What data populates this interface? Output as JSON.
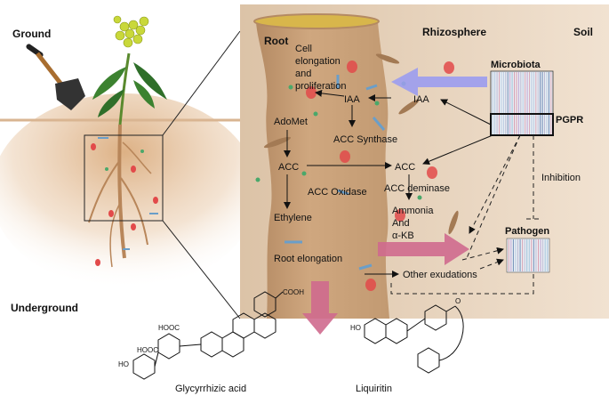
{
  "zones": {
    "ground": "Ground",
    "underground": "Underground",
    "root": "Root",
    "rhizosphere": "Rhizosphere",
    "soil": "Soil"
  },
  "pathway": {
    "cell_elongation": [
      "Cell",
      "elongation",
      "and",
      "proliferation"
    ],
    "iaa_root": "IAA",
    "iaa_rhizo": "IAA",
    "adomet": "AdoMet",
    "acc_synthase": "ACC Synthase",
    "acc_root": "ACC",
    "acc_rhizo": "ACC",
    "acc_oxidase": "ACC Oxidase",
    "acc_deminase": "ACC deminase",
    "ethylene": "Ethylene",
    "products": [
      "Ammonia",
      "And",
      "α-KB"
    ],
    "root_elongation": "Root elongation",
    "other_exudations": "Other exudations"
  },
  "microbes": {
    "microbiota": "Microbiota",
    "pgpr": "PGPR",
    "pathogen": "Pathogen",
    "inhibition": "Inhibition"
  },
  "compounds": {
    "glycyrrhizic": "Glycyrrhizic acid",
    "liquiritin": "Liquiritin",
    "cooh": "COOH",
    "hooc1": "HOOC",
    "hooc2": "HOOC",
    "ho_glyc": "HO",
    "ho_liq": "HO",
    "o_label": "O"
  },
  "colors": {
    "soil_panel": "#e7d3bd",
    "root_body": "#c9a27e",
    "blue_arrow": "#9b9cf0",
    "pink_arrow": "#cf6a8e",
    "red_dot": "#e24a4a",
    "green_dot": "#4aa86a"
  }
}
